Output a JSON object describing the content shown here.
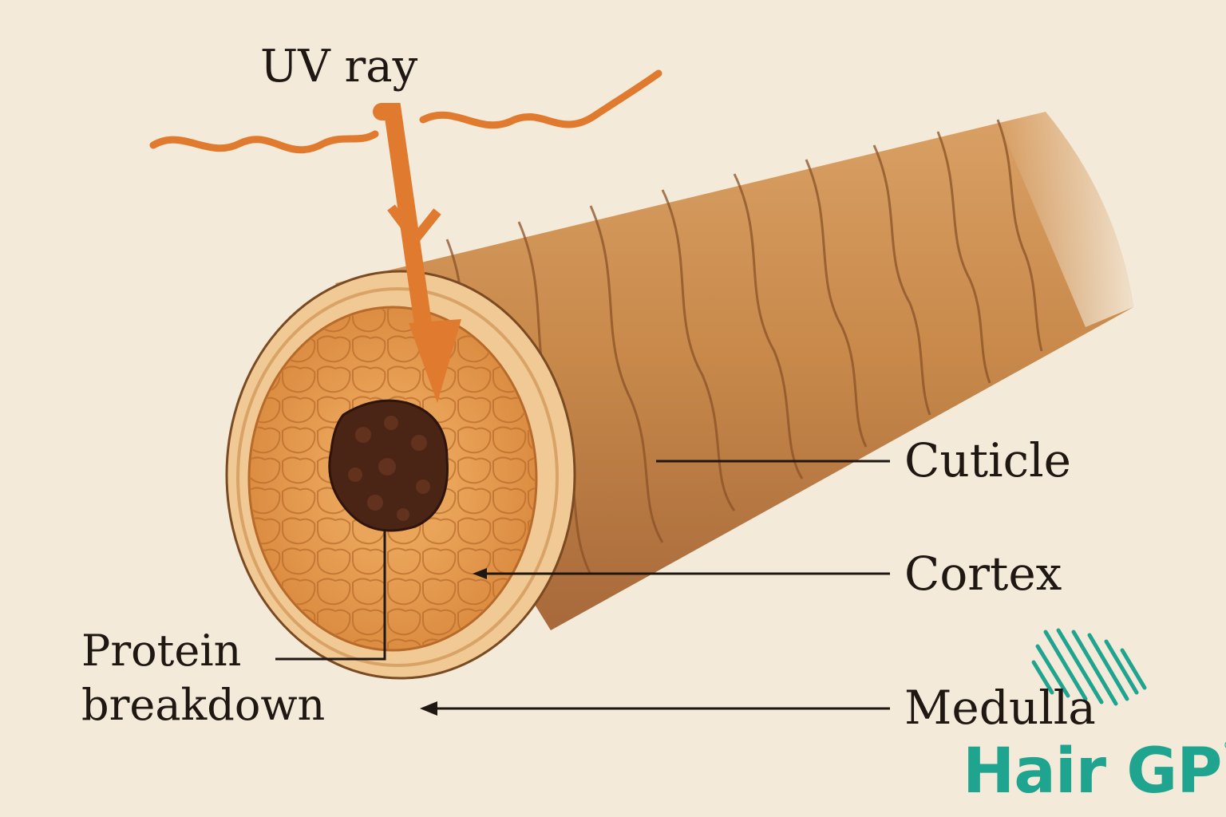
{
  "labels": {
    "uv_ray": "UV ray",
    "cuticle": "Cuticle",
    "cortex": "Cortex",
    "medulla": "Medulla",
    "protein_line1": "Protein",
    "protein_line2": "breakdown"
  },
  "brand": {
    "wordmark": "Hair GP",
    "registered": "®",
    "color": "#1fa58f"
  },
  "colors": {
    "background": "#f4ead9",
    "uv_orange": "#e07a2e",
    "hair_shaft": "#c98a4b",
    "cortex": "#e39a4e",
    "medulla": "#4a2515",
    "ink": "#1e1712"
  },
  "icons": {
    "uv_arrow": "arrow-down-icon",
    "logo_mark": "diagonal-stripes-icon"
  }
}
